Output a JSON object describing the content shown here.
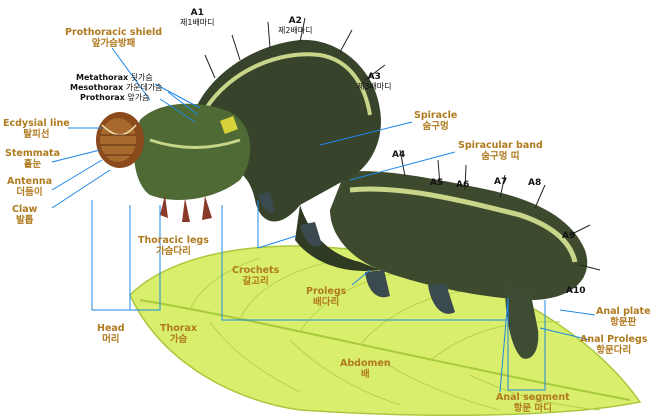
{
  "labels": {
    "prothoracic_shield": {
      "en": "Prothoracic shield",
      "ko": "앞가슴방패"
    },
    "ecdysial_line": {
      "en": "Ecdysial line",
      "ko": "탈피선"
    },
    "stemmata": {
      "en": "Stemmata",
      "ko": "홑눈"
    },
    "antenna": {
      "en": "Antenna",
      "ko": "더듬이"
    },
    "claw": {
      "en": "Claw",
      "ko": "발톱"
    },
    "thoracic_legs": {
      "en": "Thoracic legs",
      "ko": "가슴다리"
    },
    "crochets": {
      "en": "Crochets",
      "ko": "갈고리"
    },
    "prolegs": {
      "en": "Prolegs",
      "ko": "배다리"
    },
    "head": {
      "en": "Head",
      "ko": "머리"
    },
    "thorax": {
      "en": "Thorax",
      "ko": "가슴"
    },
    "abdomen": {
      "en": "Abdomen",
      "ko": "배"
    },
    "spiracle": {
      "en": "Spiracle",
      "ko": "숨구멍"
    },
    "spiracular_band": {
      "en": "Spiracular band",
      "ko": "숨구멍 띠"
    },
    "anal_plate": {
      "en": "Anal plate",
      "ko": "항문판"
    },
    "anal_prolegs": {
      "en": "Anal Prolegs",
      "ko": "항문다리"
    },
    "anal_segment": {
      "en": "Anal segment",
      "ko": "항문 마디"
    }
  },
  "thorax_segments": {
    "metathorax": {
      "en": "Metathorax",
      "ko": "뒷가슴"
    },
    "mesothorax": {
      "en": "Mesothorax",
      "ko": "가운데가슴"
    },
    "prothorax": {
      "en": "Prothorax",
      "ko": "앞가슴"
    }
  },
  "segments": {
    "a1": {
      "code": "A1",
      "ko": "제1배마디"
    },
    "a2": {
      "code": "A2",
      "ko": "제2배마디"
    },
    "a3": {
      "code": "A3",
      "ko": "제3배마디"
    },
    "a4": "A4",
    "a5": "A5",
    "a6": "A6",
    "a7": "A7",
    "a8": "A8",
    "a9": "A9",
    "a10": "A10"
  },
  "colors": {
    "label_text": "#b07a1f",
    "leader_line": "#1e88e5",
    "leaf": "#d6ec6a",
    "leaf_vein": "#a9c93c",
    "body": "#3d4a2e",
    "head_capsule": "#8a4a1c"
  }
}
